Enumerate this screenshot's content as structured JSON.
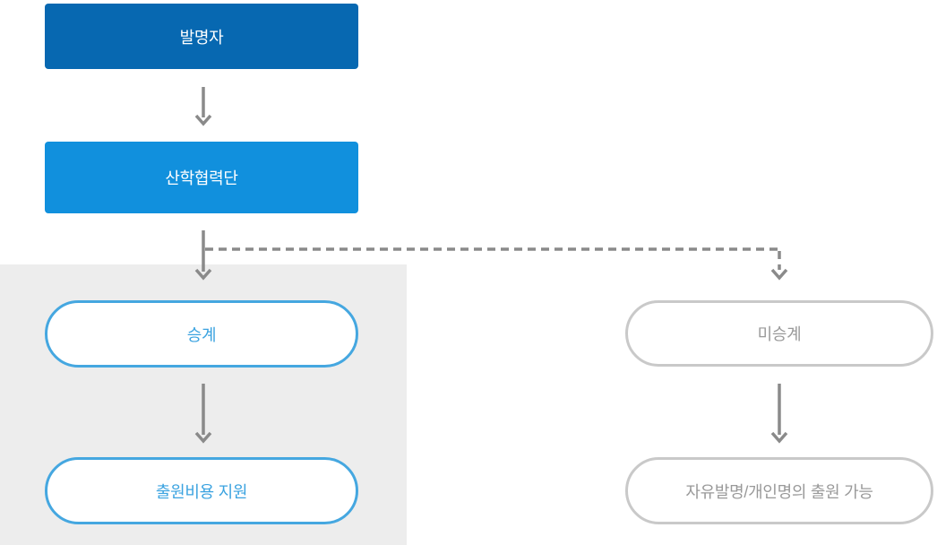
{
  "diagram": {
    "nodes": {
      "inventor": {
        "label": "발명자"
      },
      "foundation": {
        "label": "산학협력단"
      },
      "succession": {
        "label": "승계"
      },
      "cost_support": {
        "label": "출원비용 지원"
      },
      "non_succession": {
        "label": "미승계"
      },
      "free_invention": {
        "label": "자유발명/개인명의 출원 가능"
      }
    },
    "edges": [
      {
        "from": "발명자",
        "to": "산학협력단",
        "style": "solid"
      },
      {
        "from": "산학협력단",
        "to": "승계",
        "style": "solid"
      },
      {
        "from": "산학협력단",
        "to": "미승계",
        "style": "dashed"
      },
      {
        "from": "승계",
        "to": "출원비용 지원",
        "style": "solid"
      },
      {
        "from": "미승계",
        "to": "자유발명/개인명의 출원 가능",
        "style": "solid"
      }
    ],
    "colors": {
      "box_dark_blue": "#0768b1",
      "box_light_blue": "#1190dd",
      "pill_blue_border": "#45a7e0",
      "pill_blue_text": "#3ba3e0",
      "pill_gray_border": "#c9c9c9",
      "pill_gray_text": "#999999",
      "arrow_gray": "#8a8a8a",
      "panel_gray": "#ededed"
    }
  }
}
